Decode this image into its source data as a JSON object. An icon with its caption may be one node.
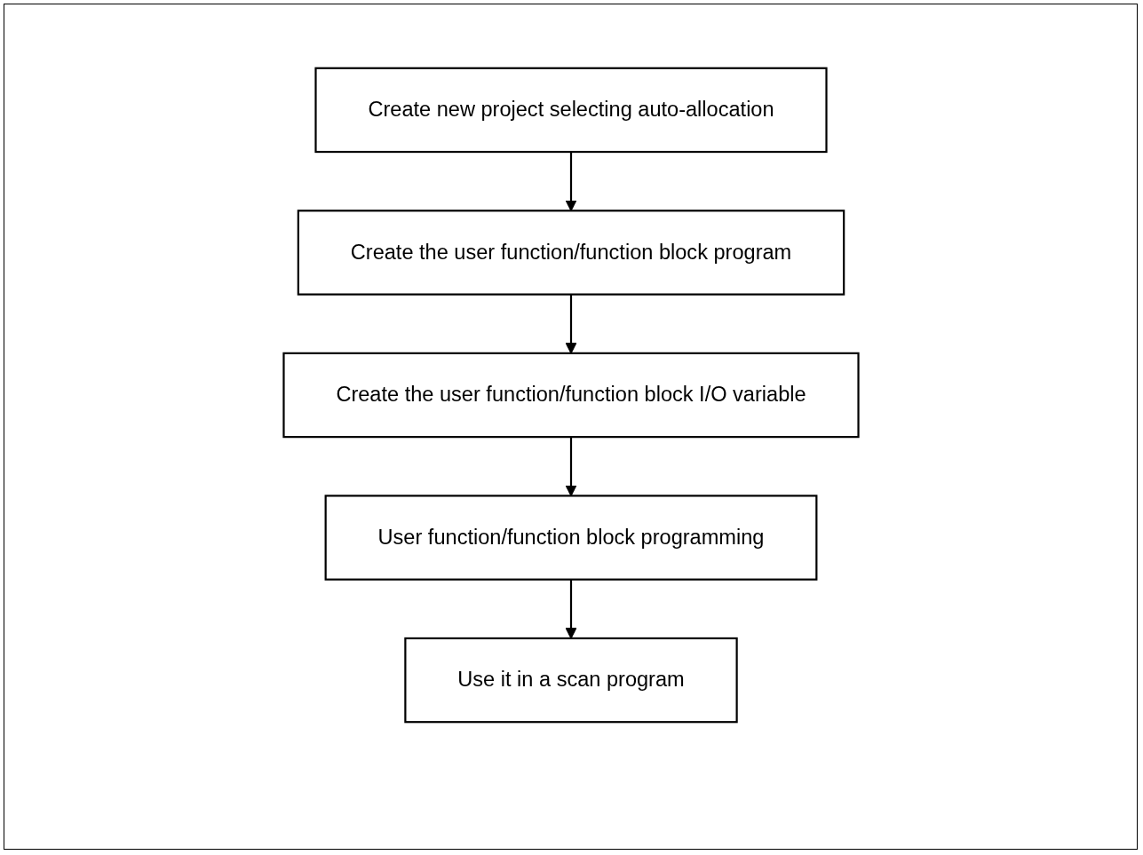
{
  "diagram": {
    "nodes": [
      {
        "text": [
          "Create new project selecting auto-allocation"
        ]
      },
      {
        "text": [
          "Create the user function/function block program"
        ]
      },
      {
        "text": [
          "Create the user function/function block I/O variable"
        ]
      },
      {
        "text": [
          "User function/function block programming"
        ]
      },
      {
        "text": [
          "Use it in a scan program"
        ]
      }
    ],
    "edges": [
      {
        "from": 0,
        "to": 1,
        "arrow": "to"
      },
      {
        "from": 1,
        "to": 2,
        "arrow": "to"
      },
      {
        "from": 2,
        "to": 3,
        "arrow": "to"
      },
      {
        "from": 3,
        "to": 4,
        "arrow": "to"
      }
    ]
  }
}
